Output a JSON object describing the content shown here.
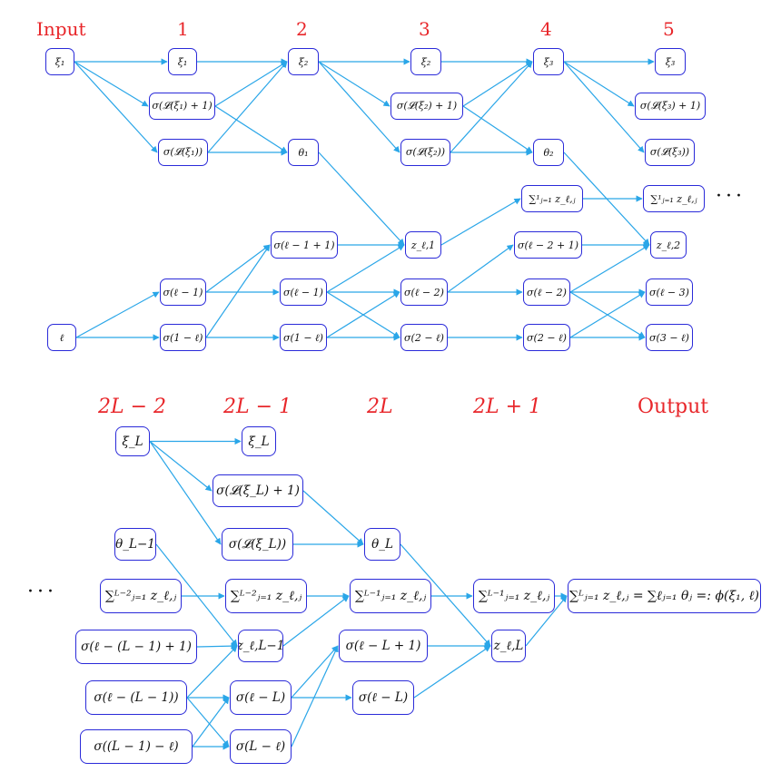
{
  "top": {
    "labels": [
      "Input",
      "1",
      "2",
      "3",
      "4",
      "5"
    ],
    "continuation": "···",
    "nodes": [
      {
        "id": "xi1_in",
        "text": "ξ₁"
      },
      {
        "id": "xi1_1",
        "text": "ξ₁"
      },
      {
        "id": "sL1p1",
        "text": "σ(𝓛(ξ₁) + 1)"
      },
      {
        "id": "sL1",
        "text": "σ(𝓛(ξ₁))"
      },
      {
        "id": "xi2_2",
        "text": "ξ₂"
      },
      {
        "id": "th1",
        "text": "θ₁"
      },
      {
        "id": "xi2_3",
        "text": "ξ₂"
      },
      {
        "id": "sL2p1",
        "text": "σ(𝓛(ξ₂) + 1)"
      },
      {
        "id": "sL2",
        "text": "σ(𝓛(ξ₂))"
      },
      {
        "id": "xi3_4",
        "text": "ξ₃"
      },
      {
        "id": "th2",
        "text": "θ₂"
      },
      {
        "id": "xi3_5",
        "text": "ξ₃"
      },
      {
        "id": "sL3p1",
        "text": "σ(𝓛(ξ₃) + 1)"
      },
      {
        "id": "sL3",
        "text": "σ(𝓛(ξ₃))"
      },
      {
        "id": "sum4",
        "text": "∑¹ⱼ₌₁ z_ℓ,ⱼ"
      },
      {
        "id": "sum5",
        "text": "∑¹ⱼ₌₁ z_ℓ,ⱼ"
      },
      {
        "id": "ell",
        "text": "ℓ"
      },
      {
        "id": "s_lm1_1",
        "text": "σ(ℓ − 1)"
      },
      {
        "id": "s_1ml_1",
        "text": "σ(1 − ℓ)"
      },
      {
        "id": "s_lm1p1",
        "text": "σ(ℓ − 1 + 1)"
      },
      {
        "id": "s_lm1_2",
        "text": "σ(ℓ − 1)"
      },
      {
        "id": "s_1ml_2",
        "text": "σ(1 − ℓ)"
      },
      {
        "id": "z1",
        "text": "z_ℓ,1"
      },
      {
        "id": "s_lm2_3",
        "text": "σ(ℓ − 2)"
      },
      {
        "id": "s_2ml_3",
        "text": "σ(2 − ℓ)"
      },
      {
        "id": "s_lm2p1",
        "text": "σ(ℓ − 2 + 1)"
      },
      {
        "id": "s_lm2_4",
        "text": "σ(ℓ − 2)"
      },
      {
        "id": "s_2ml_4",
        "text": "σ(2 − ℓ)"
      },
      {
        "id": "z2",
        "text": "z_ℓ,2"
      },
      {
        "id": "s_lm3",
        "text": "σ(ℓ − 3)"
      },
      {
        "id": "s_3ml",
        "text": "σ(3 − ℓ)"
      }
    ]
  },
  "bottom": {
    "labels": [
      "2L − 2",
      "2L − 1",
      "2L",
      "2L + 1",
      "Output"
    ],
    "continuation": "···",
    "nodes": [
      {
        "id": "xiL_a",
        "text": "ξ_L"
      },
      {
        "id": "xiL_b",
        "text": "ξ_L"
      },
      {
        "id": "sLLp1",
        "text": "σ(𝓛(ξ_L) + 1)"
      },
      {
        "id": "sLL",
        "text": "σ(𝓛(ξ_L))"
      },
      {
        "id": "thL",
        "text": "θ_L"
      },
      {
        "id": "thLm1",
        "text": "θ_L−1"
      },
      {
        "id": "sumLm2_a",
        "text": "∑ᴸ⁻²ⱼ₌₁ z_ℓ,ⱼ"
      },
      {
        "id": "sumLm2_b",
        "text": "∑ᴸ⁻²ⱼ₌₁ z_ℓ,ⱼ"
      },
      {
        "id": "sumLm1_a",
        "text": "∑ᴸ⁻¹ⱼ₌₁ z_ℓ,ⱼ"
      },
      {
        "id": "sumLm1_b",
        "text": "∑ᴸ⁻¹ⱼ₌₁ z_ℓ,ⱼ"
      },
      {
        "id": "out",
        "text": "∑ᴸⱼ₌₁ z_ℓ,ⱼ = ∑ℓⱼ₌₁ θⱼ =: ϕ(ξ₁, ℓ)"
      },
      {
        "id": "b_a1",
        "text": "σ(ℓ − (L − 1) + 1)"
      },
      {
        "id": "b_a2",
        "text": "σ(ℓ − (L − 1))"
      },
      {
        "id": "b_a3",
        "text": "σ((L − 1) − ℓ)"
      },
      {
        "id": "zLm1",
        "text": "z_ℓ,L−1"
      },
      {
        "id": "b_b2",
        "text": "σ(ℓ − L)"
      },
      {
        "id": "b_b3",
        "text": "σ(L − ℓ)"
      },
      {
        "id": "b_c1",
        "text": "σ(ℓ − L + 1)"
      },
      {
        "id": "b_c2",
        "text": "σ(ℓ − L)"
      },
      {
        "id": "zL",
        "text": "z_ℓ,L"
      }
    ]
  },
  "colors": {
    "edge": "#2aa6e8",
    "node_border": "#2a2ad9",
    "layer_label": "#e8262a"
  }
}
